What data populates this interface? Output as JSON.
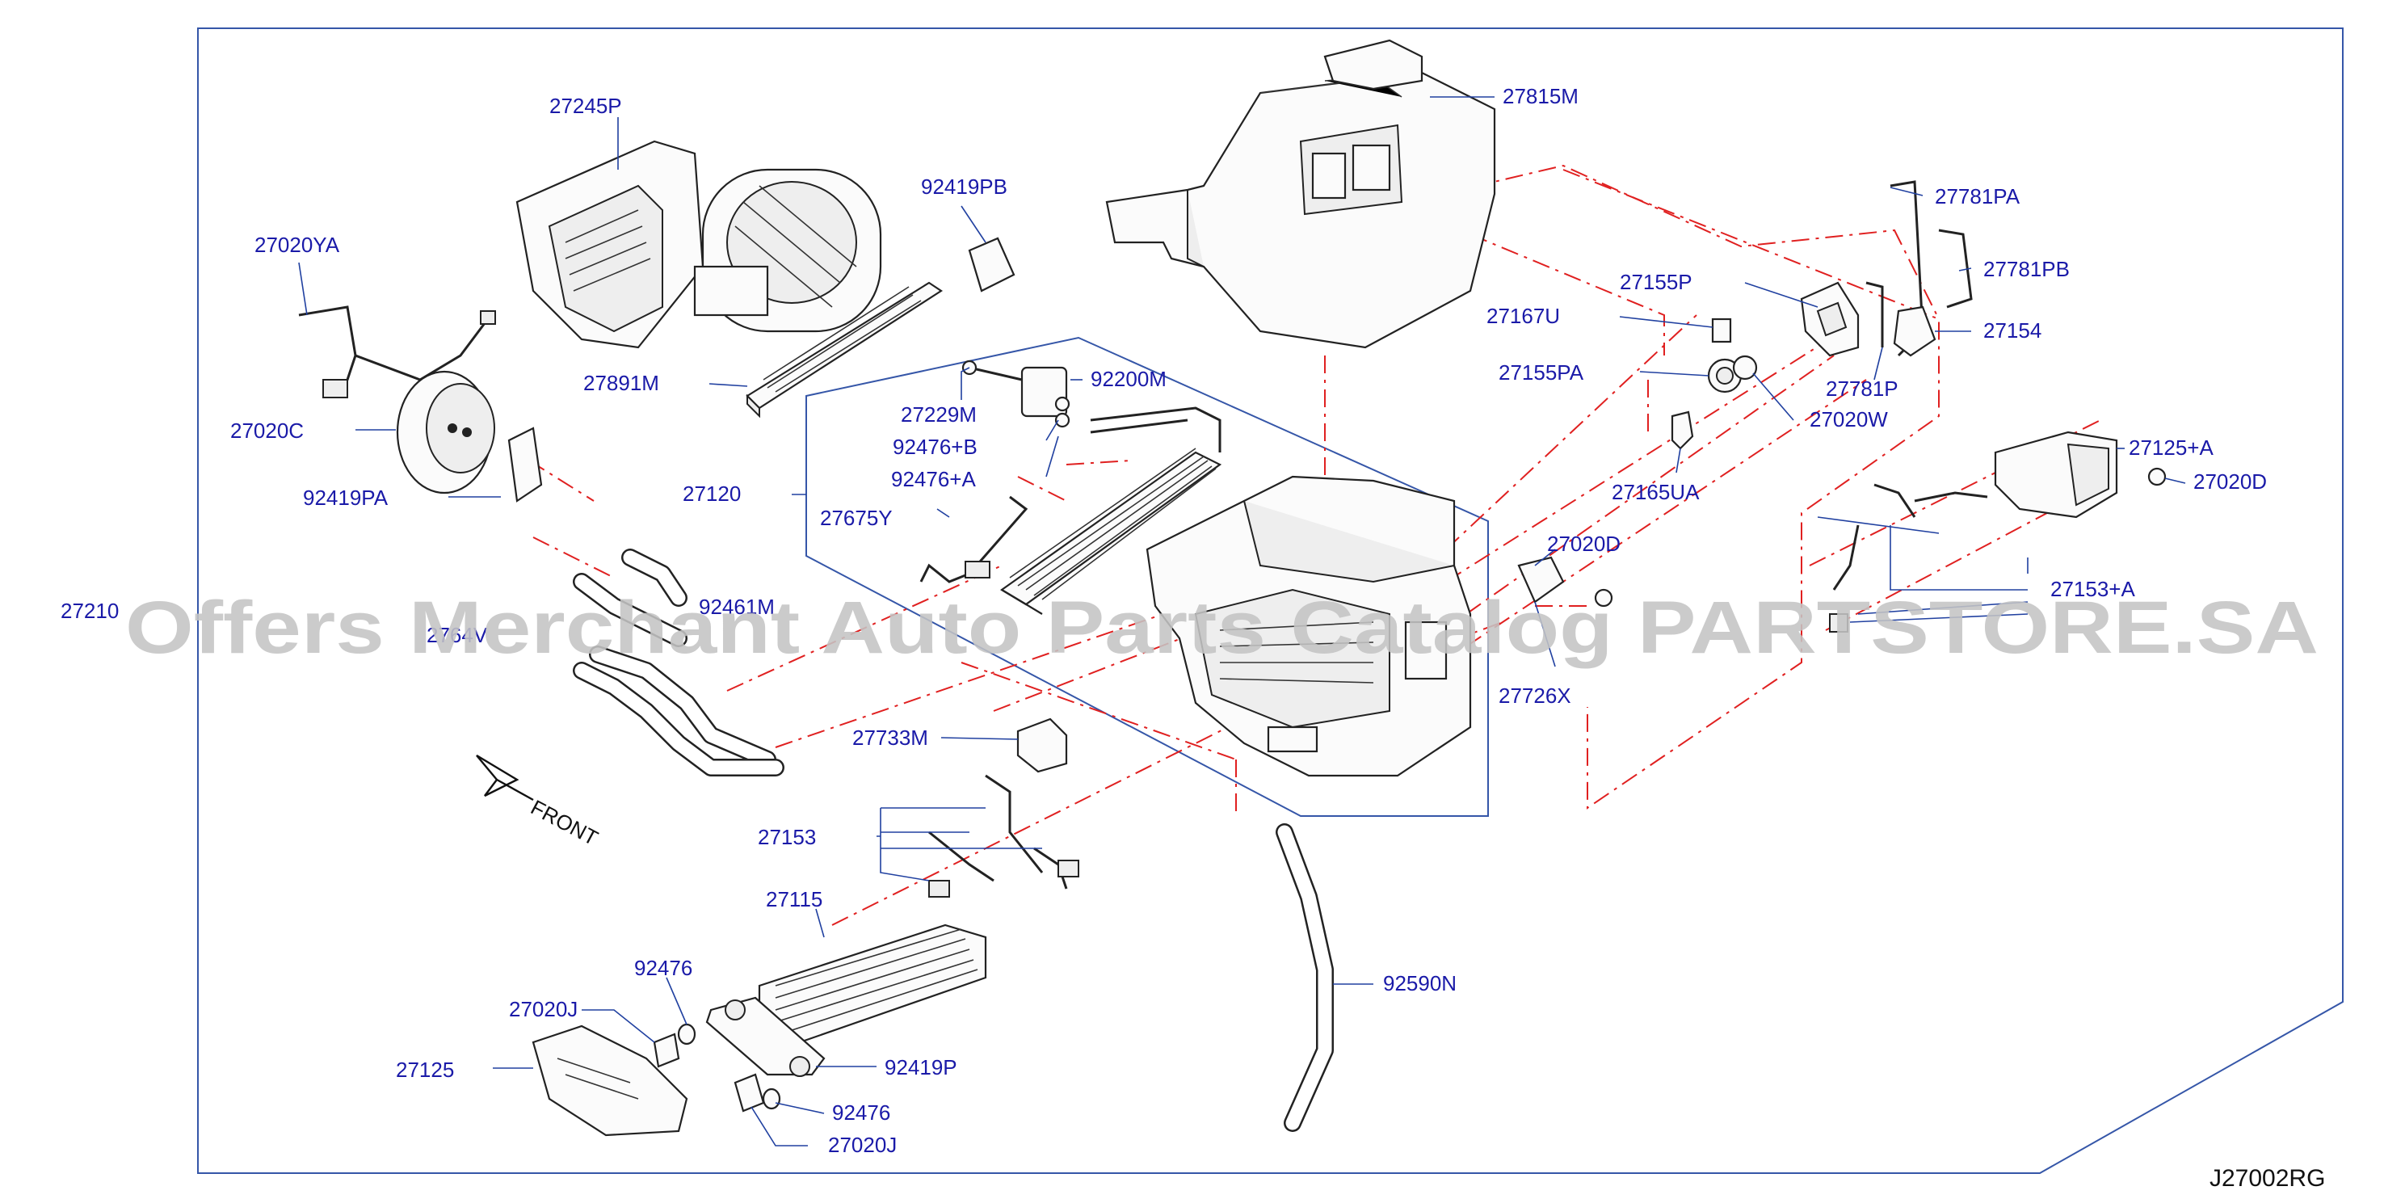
{
  "diagram": {
    "watermark": "Offers Merchant Auto Parts Catalog PARTSTORE.SA",
    "diagram_code": "J27002RG",
    "front_label": "FRONT",
    "labels": [
      {
        "id": "27245P",
        "text": "27245P"
      },
      {
        "id": "92419PB",
        "text": "92419PB"
      },
      {
        "id": "27815M",
        "text": "27815M"
      },
      {
        "id": "27781PA",
        "text": "27781PA"
      },
      {
        "id": "27781PB",
        "text": "27781PB"
      },
      {
        "id": "27155P",
        "text": "27155P"
      },
      {
        "id": "27167U",
        "text": "27167U"
      },
      {
        "id": "27154",
        "text": "27154"
      },
      {
        "id": "27155PA",
        "text": "27155PA"
      },
      {
        "id": "27781P",
        "text": "27781P"
      },
      {
        "id": "27020W",
        "text": "27020W"
      },
      {
        "id": "27020YA",
        "text": "27020YA"
      },
      {
        "id": "27891M",
        "text": "27891M"
      },
      {
        "id": "92200M",
        "text": "92200M"
      },
      {
        "id": "27229M",
        "text": "27229M"
      },
      {
        "id": "92476B",
        "text": "92476+B"
      },
      {
        "id": "92476A",
        "text": "92476+A"
      },
      {
        "id": "27020C",
        "text": "27020C"
      },
      {
        "id": "92419PA",
        "text": "92419PA"
      },
      {
        "id": "27120",
        "text": "27120"
      },
      {
        "id": "27675Y",
        "text": "27675Y"
      },
      {
        "id": "27165UA",
        "text": "27165UA"
      },
      {
        "id": "27125A",
        "text": "27125+A"
      },
      {
        "id": "27020D_right",
        "text": "27020D"
      },
      {
        "id": "27020D_mid",
        "text": "27020D"
      },
      {
        "id": "27210",
        "text": "27210"
      },
      {
        "id": "92461M",
        "text": "92461M"
      },
      {
        "id": "2764V",
        "text": "2764V"
      },
      {
        "id": "27153A",
        "text": "27153+A"
      },
      {
        "id": "27726X",
        "text": "27726X"
      },
      {
        "id": "27733M",
        "text": "27733M"
      },
      {
        "id": "27153",
        "text": "27153"
      },
      {
        "id": "27115",
        "text": "27115"
      },
      {
        "id": "92476_top",
        "text": "92476"
      },
      {
        "id": "92590N",
        "text": "92590N"
      },
      {
        "id": "27020J_top",
        "text": "27020J"
      },
      {
        "id": "27125",
        "text": "27125"
      },
      {
        "id": "92419P",
        "text": "92419P"
      },
      {
        "id": "92476_bottom",
        "text": "92476"
      },
      {
        "id": "27020J_bottom",
        "text": "27020J"
      }
    ]
  }
}
